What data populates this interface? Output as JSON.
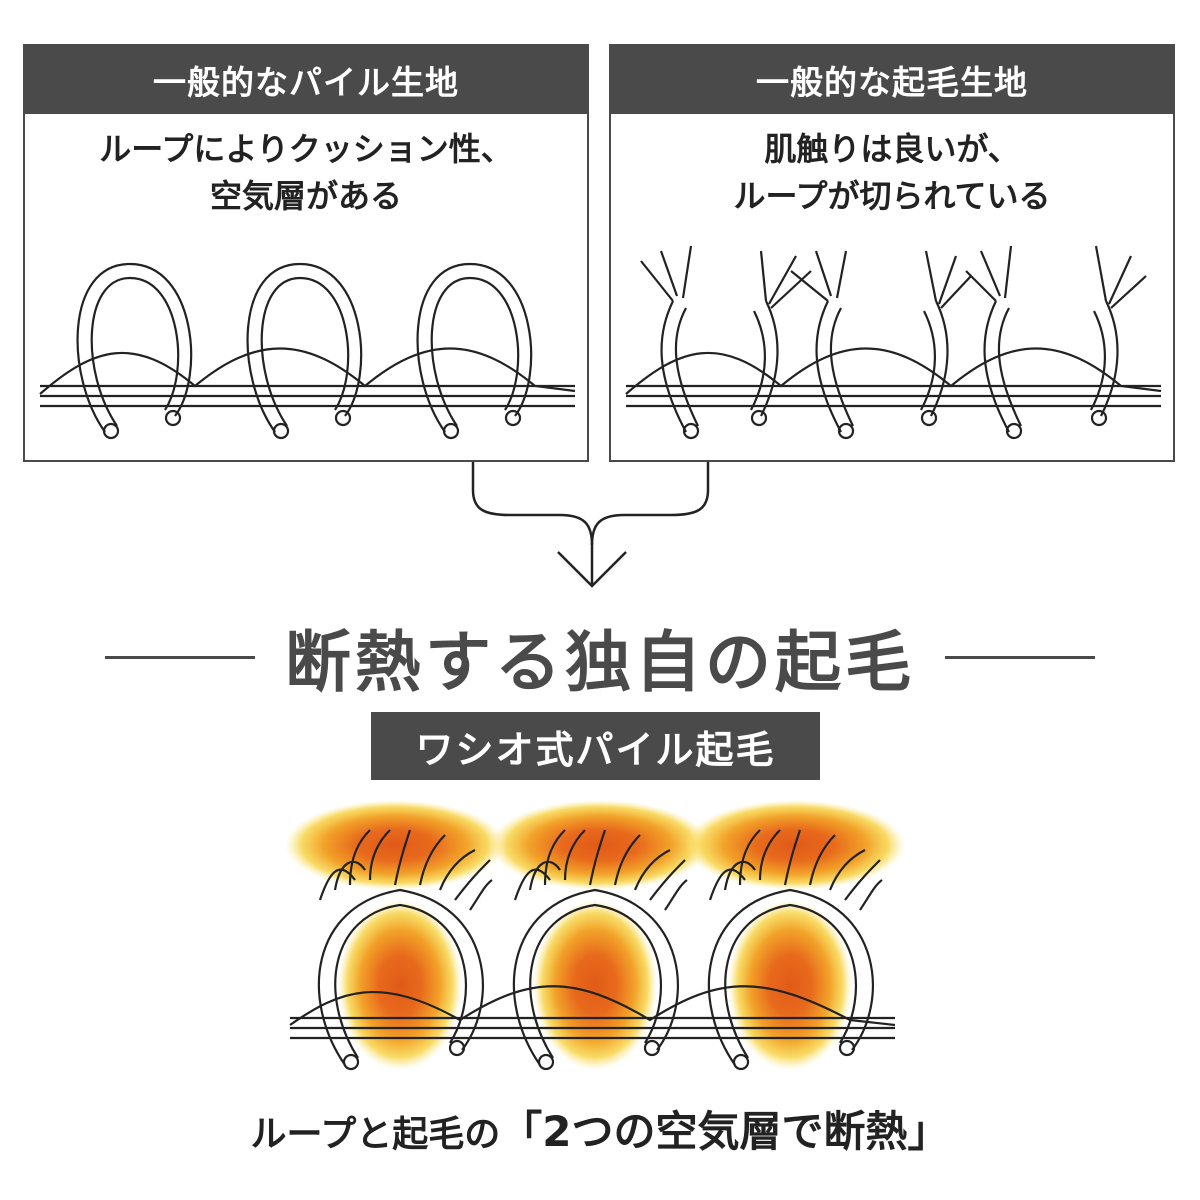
{
  "left_panel": {
    "header": "一般的なパイル生地",
    "desc_lines": [
      "ループによりクッション性、",
      "空気層がある"
    ]
  },
  "right_panel": {
    "header": "一般的な起毛生地",
    "desc_lines": [
      "肌触りは良いが、",
      "ループが切られている"
    ]
  },
  "main_title": "断熱する独自の起毛",
  "badge": "ワシオ式パイル起毛",
  "caption": {
    "prefix": "ループと起毛の",
    "emphasis": "「2つの空気層で断熱」"
  },
  "colors": {
    "dark_gray": "#4a4a4a",
    "line": "#222222",
    "heat_core": "#e05a18",
    "heat_mid": "#f0a020",
    "heat_outer": "#f7d44a"
  }
}
